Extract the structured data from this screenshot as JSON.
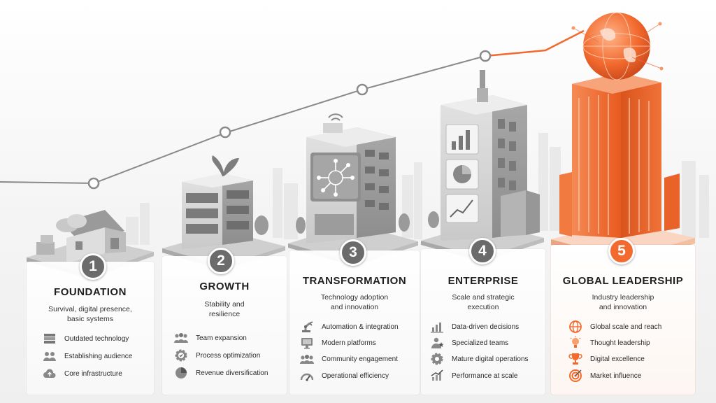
{
  "stages": [
    {
      "number": "1",
      "title": "FOUNDATION",
      "subtitle_lines": [
        "Survival, digital presence,",
        "basic systems"
      ],
      "features": [
        {
          "icon": "server-stack-icon",
          "label": "Outdated technology"
        },
        {
          "icon": "audience-icon",
          "label": "Establishing audience"
        },
        {
          "icon": "cloud-upload-icon",
          "label": "Core infrastructure"
        }
      ]
    },
    {
      "number": "2",
      "title": "GROWTH",
      "subtitle_lines": [
        "Stability and",
        "resilience"
      ],
      "features": [
        {
          "icon": "team-icon",
          "label": "Team expansion"
        },
        {
          "icon": "gear-check-icon",
          "label": "Process optimization"
        },
        {
          "icon": "pie-chart-icon",
          "label": "Revenue diversification"
        }
      ]
    },
    {
      "number": "3",
      "title": "TRANSFORMATION",
      "subtitle_lines": [
        "Technology adoption",
        "and innovation"
      ],
      "features": [
        {
          "icon": "robot-arm-icon",
          "label": "Automation & integration"
        },
        {
          "icon": "monitor-icon",
          "label": "Modern platforms"
        },
        {
          "icon": "community-icon",
          "label": "Community engagement"
        },
        {
          "icon": "gauge-icon",
          "label": "Operational efficiency"
        }
      ]
    },
    {
      "number": "4",
      "title": "ENTERPRISE",
      "subtitle_lines": [
        "Scale and strategic",
        "execution"
      ],
      "features": [
        {
          "icon": "bar-chart-icon",
          "label": "Data-driven decisions"
        },
        {
          "icon": "specialist-icon",
          "label": "Specialized teams"
        },
        {
          "icon": "gear-icon",
          "label": "Mature digital operations"
        },
        {
          "icon": "growth-chart-icon",
          "label": "Performance at scale"
        }
      ]
    },
    {
      "number": "5",
      "title": "GLOBAL LEADERSHIP",
      "subtitle_lines": [
        "Industry leadership",
        "and innovation"
      ],
      "features": [
        {
          "icon": "globe-icon",
          "label": "Global scale and reach"
        },
        {
          "icon": "lightbulb-icon",
          "label": "Thought leadership"
        },
        {
          "icon": "trophy-icon",
          "label": "Digital excellence"
        },
        {
          "icon": "target-icon",
          "label": "Market influence"
        }
      ]
    }
  ],
  "colors": {
    "accent": "#f26a2e",
    "gray_badge": "#6b6b6b",
    "trend_line": "#8a8a8a"
  }
}
